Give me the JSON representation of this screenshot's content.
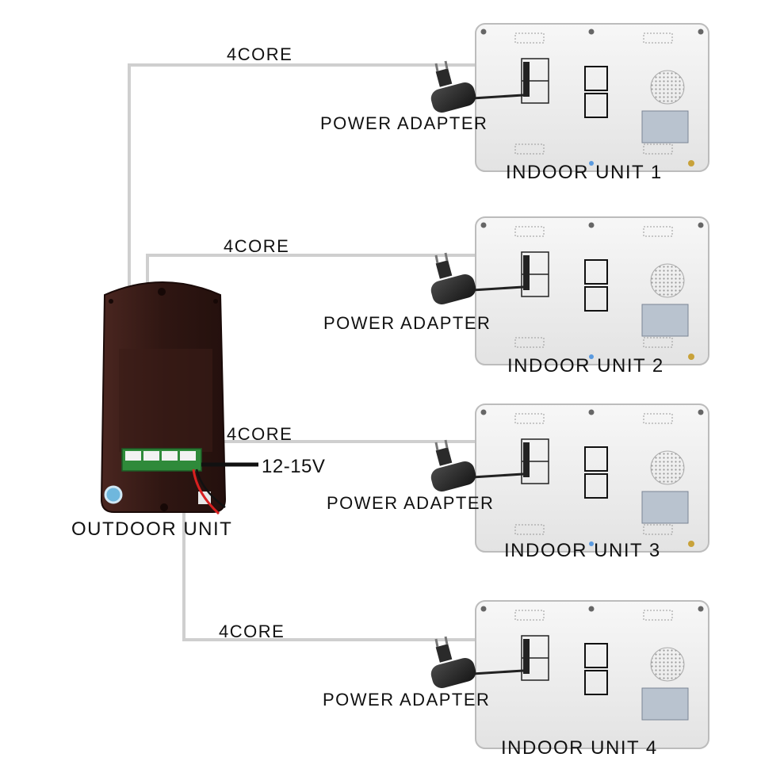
{
  "diagram": {
    "outdoor_unit_label": "OUTDOOR UNIT",
    "supply_voltage_label": "12-15V",
    "cable_label": "4CORE",
    "power_adapter_label": "POWER ADAPTER",
    "indoor_units": [
      {
        "label": "INDOOR UNIT 1"
      },
      {
        "label": "INDOOR UNIT 2"
      },
      {
        "label": "INDOOR UNIT 3"
      },
      {
        "label": "INDOOR UNIT 4"
      }
    ],
    "colors": {
      "outdoor_body": "#2e1512",
      "indoor_body": "#ececec",
      "cable": "#d6d6d6",
      "adapter": "#2b2b2b",
      "power_wire_red": "#d82020",
      "terminal_board": "#2f8a3a"
    }
  }
}
